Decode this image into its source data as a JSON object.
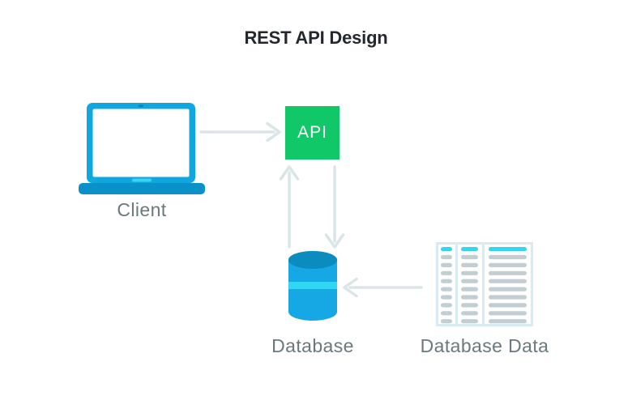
{
  "title": "REST API Design",
  "nodes": {
    "client": {
      "label": "Client",
      "icon": "laptop-icon"
    },
    "api": {
      "label": "API",
      "icon": "api-box"
    },
    "database": {
      "label": "Database",
      "icon": "database-cylinder-icon"
    },
    "database_data": {
      "label": "Database Data",
      "icon": "data-table-icon"
    }
  },
  "arrows": [
    {
      "name": "client-to-api",
      "from": "client",
      "to": "api",
      "direction": "right"
    },
    {
      "name": "database-to-api",
      "from": "database",
      "to": "api",
      "direction": "up"
    },
    {
      "name": "api-to-database",
      "from": "api",
      "to": "database",
      "direction": "down"
    },
    {
      "name": "database-data-to-database",
      "from": "database_data",
      "to": "database",
      "direction": "left"
    }
  ],
  "colors": {
    "title_text": "#23272E",
    "label_text": "#6A797E",
    "api_green": "#10C868",
    "laptop_blue": "#0FA7E0",
    "laptop_base_blue": "#0A91C8",
    "laptop_camera_blue": "#0882B2",
    "screen_bar_cyan": "#35D6F2",
    "db_body_blue": "#16A8E4",
    "db_top_blue": "#0C8CBE",
    "db_stripe_cyan": "#31D7F2",
    "table_border_blue": "#D8EAF2",
    "table_bar_gray": "#C3CED3",
    "table_bar_cyan": "#2BD9F2",
    "arrow_gray": "#D9E5E7"
  }
}
